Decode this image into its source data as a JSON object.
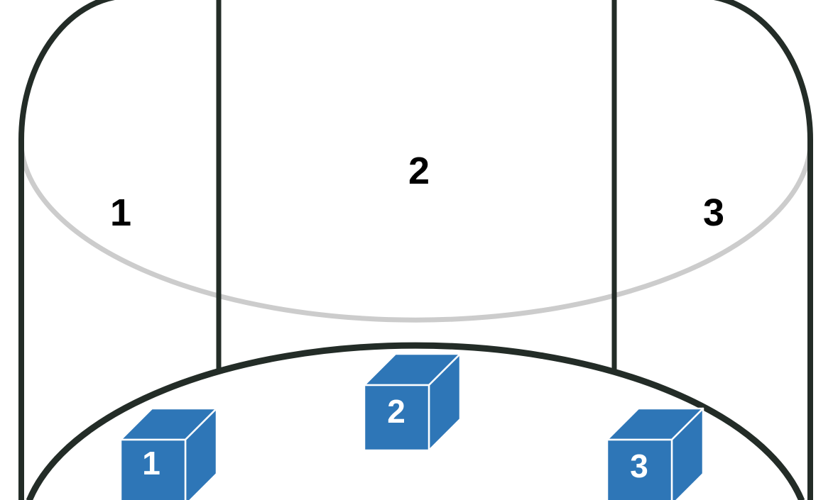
{
  "figure": {
    "sections": [
      {
        "label": "1"
      },
      {
        "label": "2"
      },
      {
        "label": "3"
      }
    ],
    "cubes": [
      {
        "label": "1"
      },
      {
        "label": "2"
      },
      {
        "label": "3"
      }
    ]
  },
  "colors": {
    "background": "#ffffff",
    "outline": "#232c27",
    "rim": "#cccccc",
    "label": "#000000",
    "cube_fill": "#2e76b7",
    "cube_edge": "#ffffff",
    "cube_label": "#ffffff"
  }
}
